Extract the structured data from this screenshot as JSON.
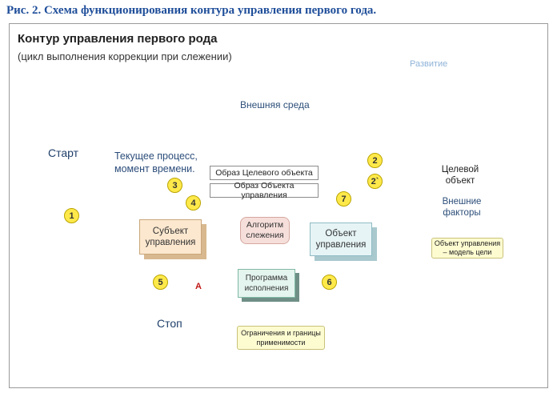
{
  "caption": "Рис. 2. Схема функционирования контура управления первого года.",
  "title": "Контур управления первого рода",
  "subtitle": "(цикл выполнения коррекции при слежении)",
  "cloud_label": "Внешняя среда",
  "development_label": "Развитие",
  "start_label": "Старт",
  "stop_label": "Стоп",
  "process_label": "Текущее процесс, момент времени.",
  "image_goal_label": "Образ Целевого объекта",
  "image_object_label": "Образ Объекта управления",
  "subject_label": "Субъект управления",
  "algorithm_label": "Алгоритм слежения",
  "program_label": "Программа исполнения",
  "object_label": "Объект управления",
  "goal_object_label": "Целевой объект",
  "external_factors_label": "Внешние факторы",
  "object_model_label": "Объект управления – модель цели",
  "limits_label": "Ограничения и границы применимости",
  "diamond_label": "A",
  "steps": [
    "1",
    "2",
    "2`",
    "3",
    "4",
    "5",
    "6",
    "7"
  ],
  "colors": {
    "caption": "#1f4e9a",
    "arrow": "#4a7fc1",
    "cloud_stroke": "#a9c6e6",
    "marker_fill": "#ffe94a",
    "star": "#e8332f"
  }
}
